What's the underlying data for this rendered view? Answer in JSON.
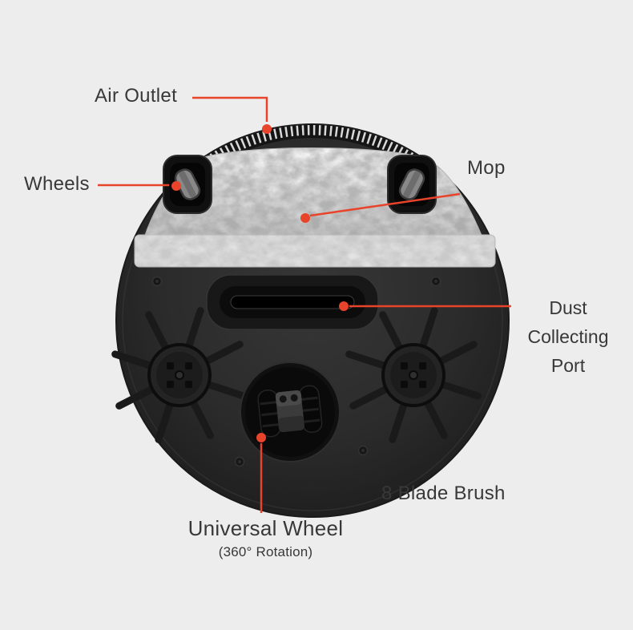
{
  "diagram": {
    "labels": {
      "air_outlet": "Air Outlet",
      "wheels": "Wheels",
      "mop": "Mop",
      "dust_collecting_port": [
        "Dust",
        "Collecting",
        "Port"
      ],
      "blade_brush": "8 Blade Brush",
      "universal_wheel": "Universal Wheel",
      "universal_wheel_note": "(360° Rotation)"
    },
    "colors": {
      "background": "#ededed",
      "robot_body": "#2a2a2a",
      "mop_pad": "#e6e6e6",
      "accent": "#e8432b",
      "label_text": "#383838"
    }
  }
}
